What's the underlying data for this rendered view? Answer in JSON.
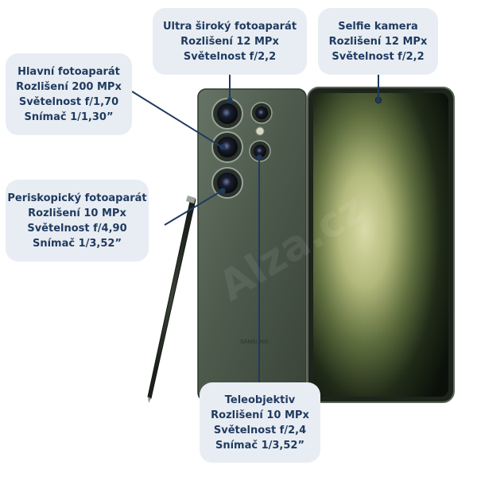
{
  "callouts": {
    "ultra_wide": {
      "lines": [
        "Ultra široký fotoaparát",
        "Rozlišení 12 MPx",
        "Světelnost f/2,2"
      ]
    },
    "selfie": {
      "lines": [
        "Selfie kamera",
        "Rozlišení 12 MPx",
        "Světelnost f/2,2"
      ]
    },
    "main": {
      "lines": [
        "Hlavní fotoaparát",
        "Rozlišení 200 MPx",
        "Světelnost f/1,70",
        "Snímač 1/1,30”"
      ]
    },
    "periscope": {
      "lines": [
        "Periskopický fotoaparát",
        "Rozlišení 10 MPx",
        "Světelnost f/4,90",
        "Snímač 1/3,52”"
      ]
    },
    "telephoto": {
      "lines": [
        "Teleobjektiv",
        "Rozlišení 10 MPx",
        "Světelnost f/2,4",
        "Snímač 1/3,52”"
      ]
    }
  },
  "watermark": "Alza.cz",
  "colors": {
    "callout_bg": "#e8edf3",
    "callout_text": "#1f3a5f",
    "leader_line": "#1f3a5f",
    "phone_back": "#4d5a4c",
    "screen_glow": "#c9cf9a"
  }
}
